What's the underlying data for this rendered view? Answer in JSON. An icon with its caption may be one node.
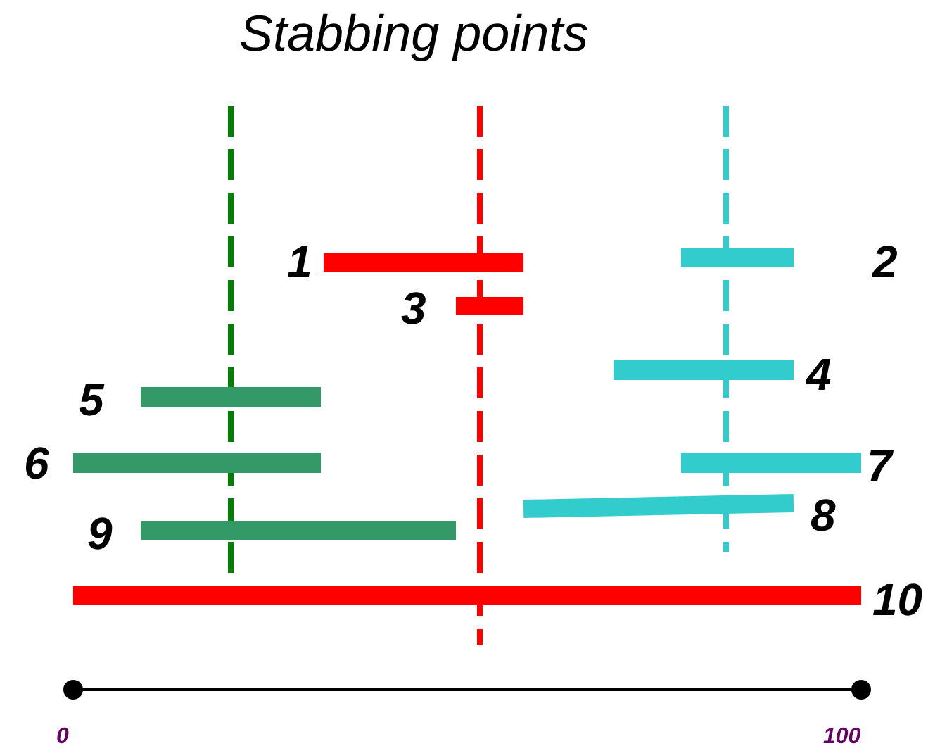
{
  "diagram": {
    "title": "Stabbing points",
    "nodes": [
      {
        "text": [],
        "shape": "bar",
        "beside": [
          "1"
        ]
      },
      {
        "text": [],
        "shape": "bar",
        "beside": [
          "2"
        ]
      },
      {
        "text": [],
        "shape": "bar",
        "beside": [
          "3"
        ]
      },
      {
        "text": [],
        "shape": "bar",
        "beside": [
          "4"
        ]
      },
      {
        "text": [],
        "shape": "bar",
        "beside": [
          "5"
        ]
      },
      {
        "text": [],
        "shape": "bar",
        "beside": [
          "6"
        ]
      },
      {
        "text": [],
        "shape": "bar",
        "beside": [
          "7"
        ]
      },
      {
        "text": [],
        "shape": "bar",
        "beside": [
          "8"
        ]
      },
      {
        "text": [],
        "shape": "bar",
        "beside": [
          "9"
        ]
      },
      {
        "text": [],
        "shape": "bar",
        "beside": [
          "10"
        ]
      }
    ],
    "labels": [
      "0",
      "100"
    ]
  }
}
